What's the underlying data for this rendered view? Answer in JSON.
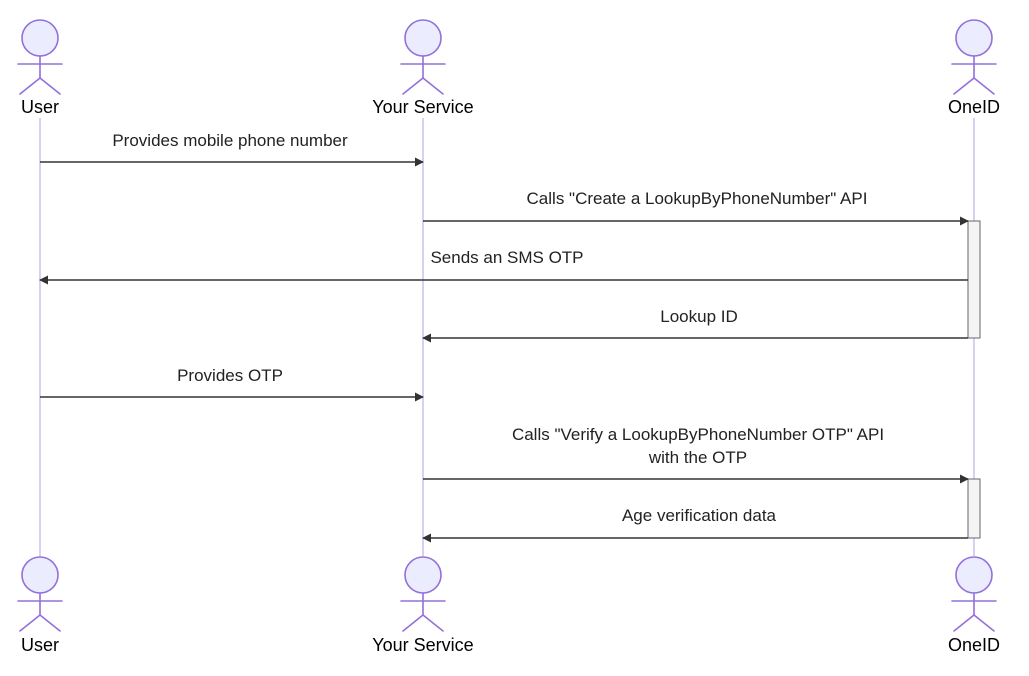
{
  "participants": {
    "user": {
      "label": "User"
    },
    "service": {
      "label": "Your Service"
    },
    "oneid": {
      "label": "OneID"
    }
  },
  "messages": [
    {
      "from": "User",
      "to": "Your Service",
      "lines": [
        "Provides mobile phone number"
      ]
    },
    {
      "from": "Your Service",
      "to": "OneID",
      "lines": [
        "Calls \"Create a LookupByPhoneNumber\" API"
      ]
    },
    {
      "from": "OneID",
      "to": "User",
      "lines": [
        "Sends an SMS OTP"
      ]
    },
    {
      "from": "OneID",
      "to": "Your Service",
      "lines": [
        "Lookup ID"
      ]
    },
    {
      "from": "User",
      "to": "Your Service",
      "lines": [
        "Provides OTP"
      ]
    },
    {
      "from": "Your Service",
      "to": "OneID",
      "lines": [
        "Calls \"Verify a LookupByPhoneNumber OTP\" API",
        "with the OTP"
      ]
    },
    {
      "from": "OneID",
      "to": "Your Service",
      "lines": [
        "Age verification data"
      ]
    }
  ],
  "colors": {
    "actor_fill": "#ECECFF",
    "actor_stroke": "#9370DB",
    "lifeline": "#D8D0F0",
    "arrow": "#333333",
    "activation_fill": "#F4F4F4"
  }
}
